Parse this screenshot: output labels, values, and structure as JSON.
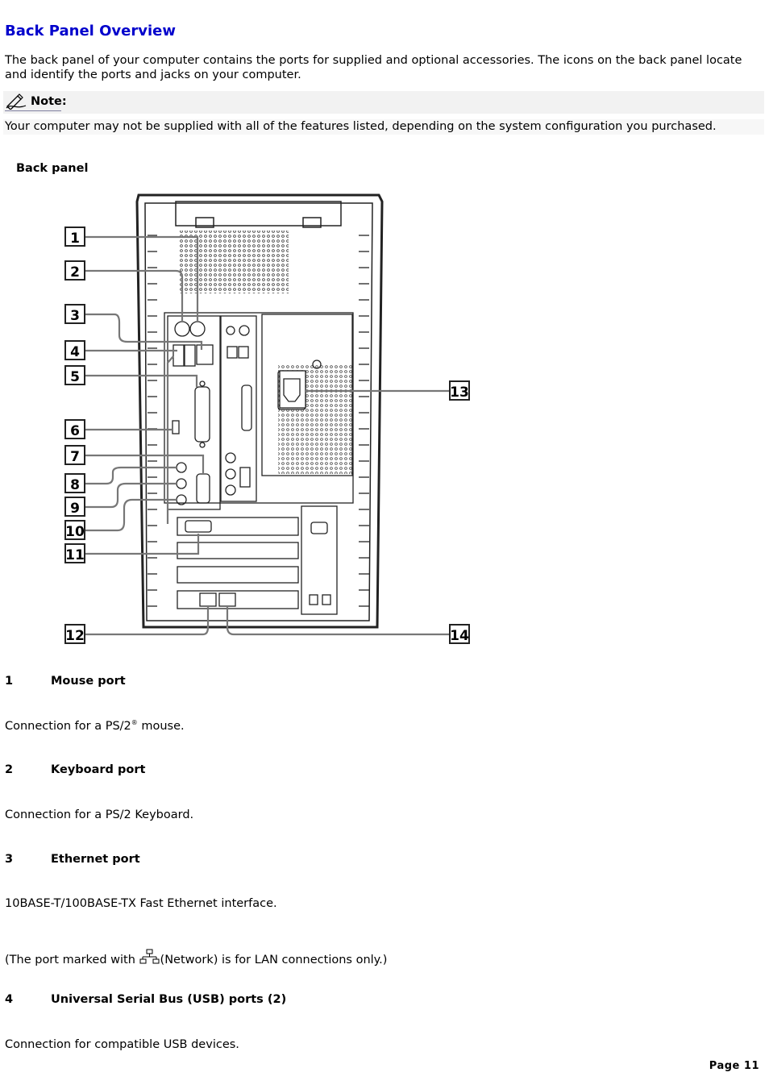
{
  "page": {
    "title": "Back Panel Overview",
    "intro": "The back panel of your computer contains the ports for supplied and optional accessories. The icons on the back panel locate and identify the ports and jacks on your computer.",
    "note_label": "Note:",
    "note_text": "Your computer may not be supplied with all of the features listed, depending on the system configuration you purchased.",
    "figure_caption": "Back panel",
    "callouts": [
      "1",
      "2",
      "3",
      "4",
      "5",
      "6",
      "7",
      "8",
      "9",
      "10",
      "11",
      "12",
      "13",
      "14"
    ],
    "items": [
      {
        "number": "1",
        "heading": "Mouse port",
        "text": "Connection for a PS/2",
        "text_suffix": " mouse.",
        "reg": "®"
      },
      {
        "number": "2",
        "heading": "Keyboard port",
        "text": "Connection for a PS/2 Keyboard."
      },
      {
        "number": "3",
        "heading": "Ethernet port",
        "text": "10BASE-T/100BASE-TX Fast Ethernet interface.",
        "text2_prefix": "(The port marked with ",
        "text2_suffix": "(Network) is for LAN connections only.)"
      },
      {
        "number": "4",
        "heading": "Universal Serial Bus (USB) ports (2)",
        "text": "Connection for compatible USB devices."
      }
    ],
    "footer": "Page 11",
    "colors": {
      "title": "#0000cc",
      "note_bg": "#f2f2f2"
    },
    "icons": [
      "note-pencil-icon",
      "network-icon"
    ]
  }
}
